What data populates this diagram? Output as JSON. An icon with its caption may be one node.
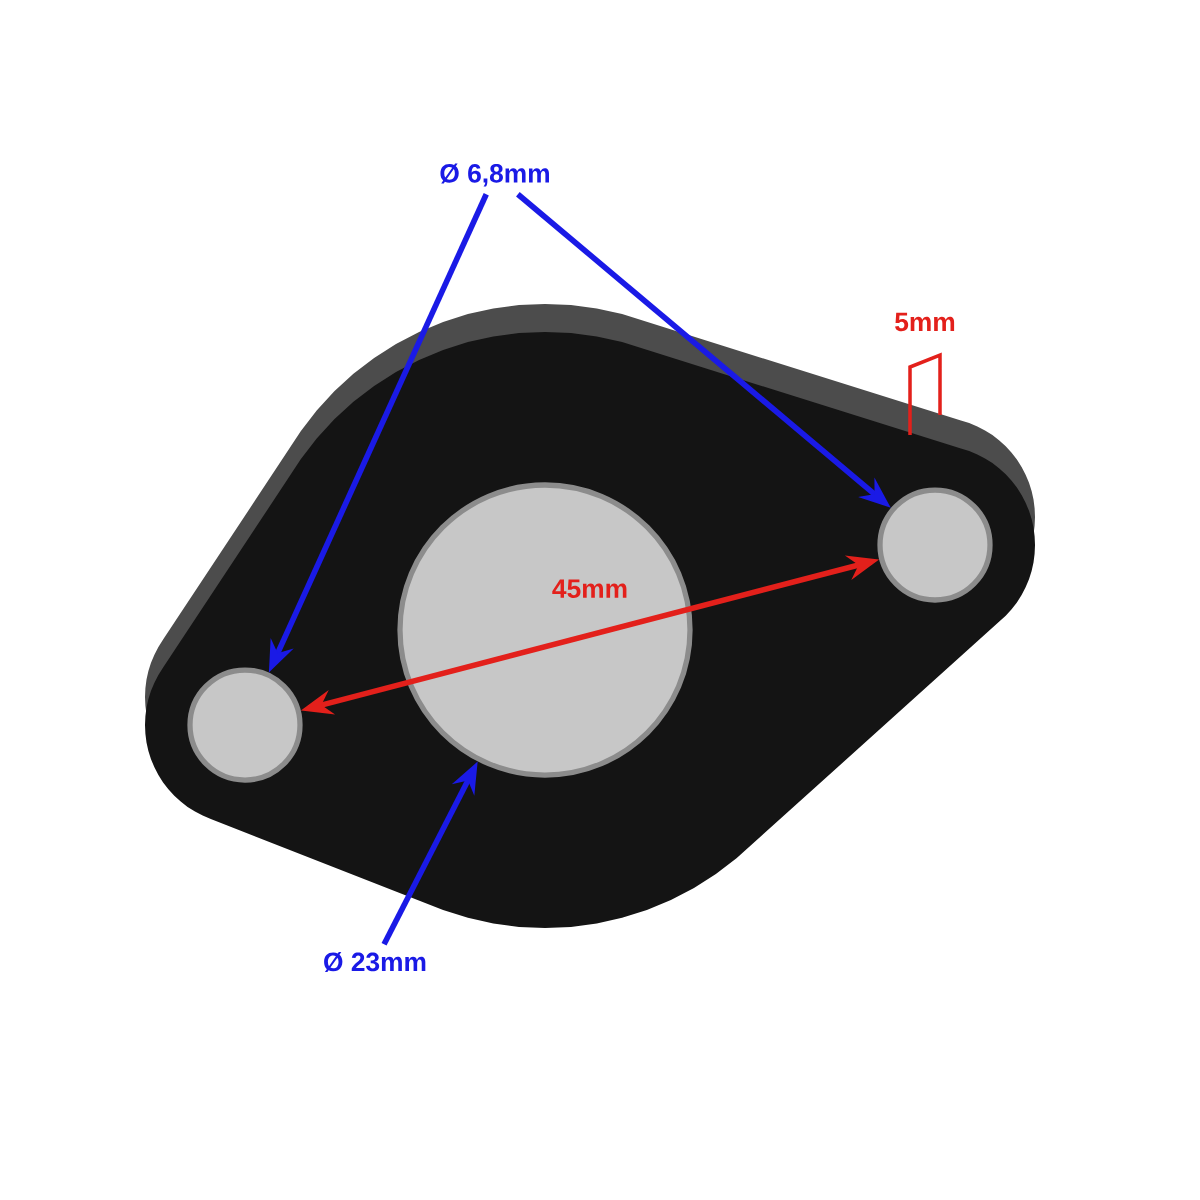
{
  "diagram": {
    "nodes": [
      {
        "text": [
          "Ø 6,8mm"
        ]
      },
      {
        "text": [],
        "shape": "circle"
      },
      {
        "text": [],
        "shape": "circle"
      },
      {
        "text": [],
        "shape": "circle"
      },
      {
        "text": [
          "Ø 23mm"
        ]
      }
    ],
    "edges": [
      {
        "from": 0,
        "to": 1,
        "arrow": "to"
      },
      {
        "from": 0,
        "to": 2,
        "arrow": "to"
      },
      {
        "from": 4,
        "to": 3,
        "arrow": "to"
      },
      {
        "from": 1,
        "to": 2,
        "arrow": "both",
        "label": "45mm",
        "color": "#e3201b"
      }
    ],
    "labels": [
      "5mm"
    ]
  }
}
